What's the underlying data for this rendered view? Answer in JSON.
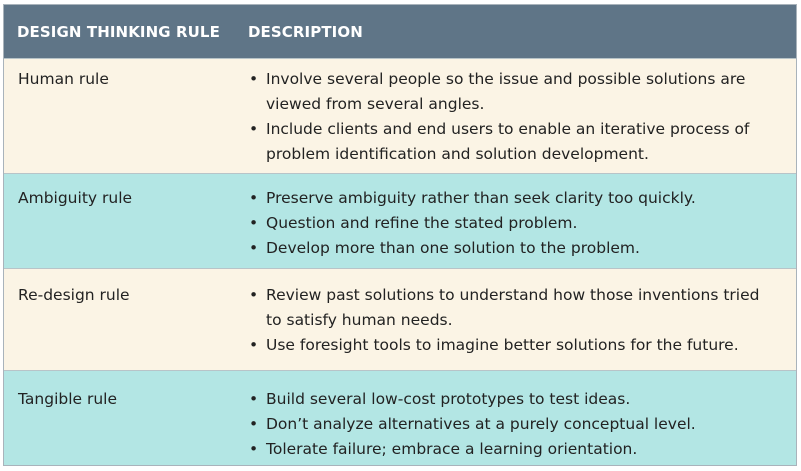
{
  "header": {
    "col1": "DESIGN THINKING RULE",
    "col2": "DESCRIPTION"
  },
  "rows": [
    {
      "rule": "Human rule",
      "items": [
        "Involve several people so the issue and possible solutions are viewed from several angles.",
        "Include clients and end users to enable an iterative process of problem identification and solution development."
      ]
    },
    {
      "rule": "Ambiguity rule",
      "items": [
        "Preserve ambiguity rather than seek clarity too quickly.",
        "Question and refine the stated problem.",
        "Develop more than one solution to the problem."
      ]
    },
    {
      "rule": "Re-design rule",
      "items": [
        "Review past solutions to understand how those inventions tried to satisfy human needs.",
        "Use foresight tools to imagine better solutions for the future."
      ]
    },
    {
      "rule": "Tangible rule",
      "items": [
        "Build several low-cost prototypes to test ideas.",
        "Don’t analyze alternatives at a purely conceptual level.",
        "Tolerate failure; embrace a learning orientation."
      ]
    }
  ],
  "colors": {
    "header_bg": "#5f7587",
    "cream_row": "#fbf4e5",
    "teal_row": "#b3e6e4"
  }
}
